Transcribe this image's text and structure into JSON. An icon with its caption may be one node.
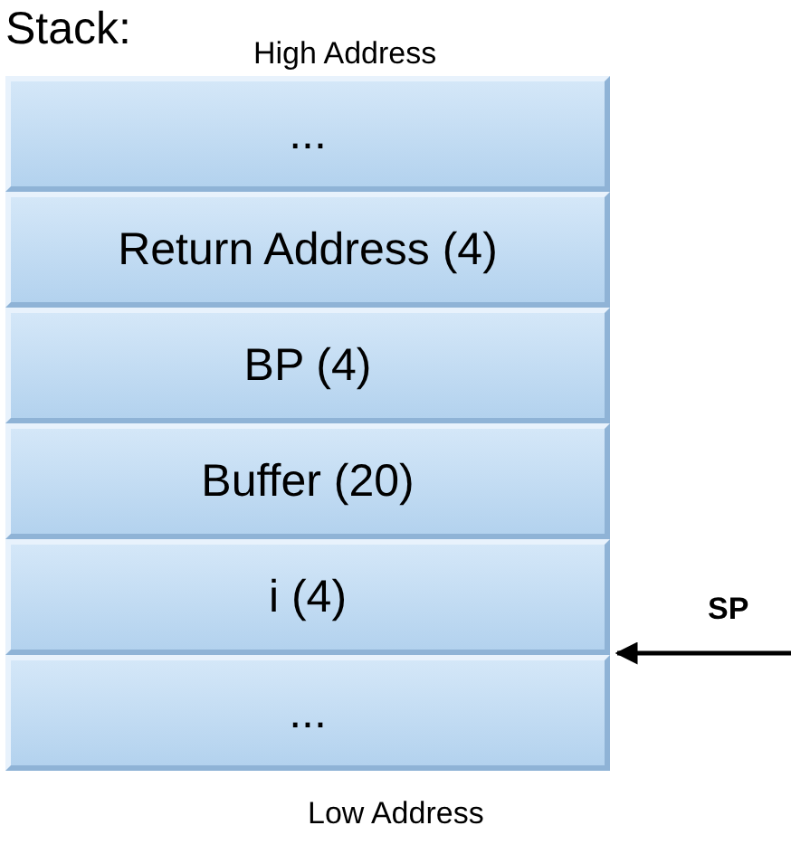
{
  "diagram": {
    "title": "Stack:",
    "nodes": [
      {
        "text": [
          "..."
        ]
      },
      {
        "text": [
          "Return Address (4)"
        ]
      },
      {
        "text": [
          "BP (4)"
        ]
      },
      {
        "text": [
          "Buffer (20)"
        ]
      },
      {
        "text": [
          "i (4)"
        ]
      },
      {
        "text": [
          "..."
        ]
      }
    ],
    "edges": [
      {
        "from": null,
        "to": 4,
        "arrow": "to",
        "label": "SP"
      }
    ],
    "labels": [
      "High Address",
      "Low Address"
    ]
  }
}
